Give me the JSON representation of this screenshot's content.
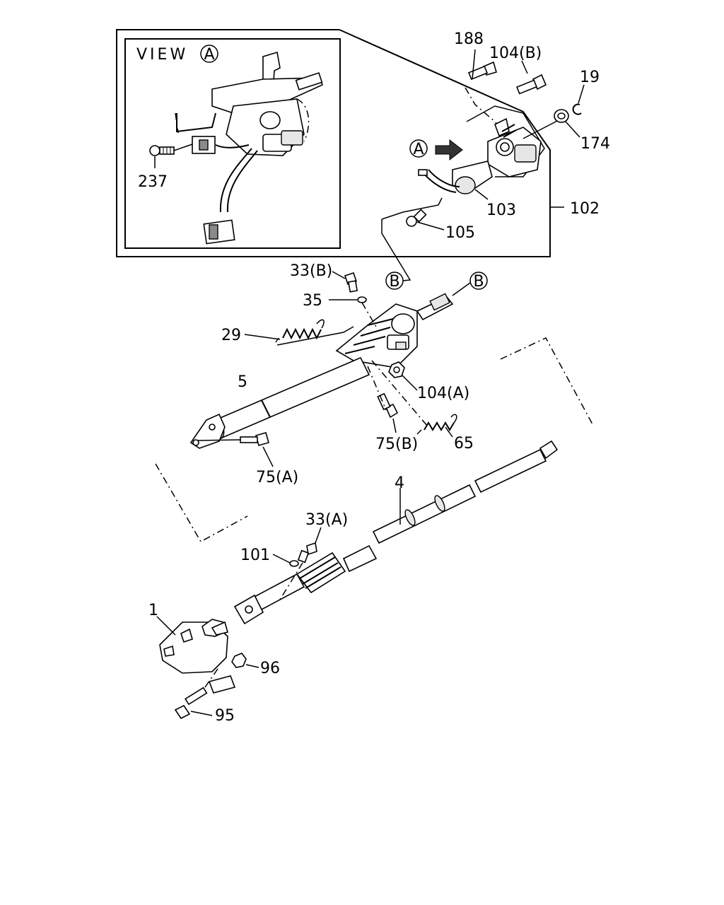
{
  "diagram": {
    "inset_view": {
      "title": "VIEW",
      "marker": "A"
    },
    "markers": {
      "a": "A",
      "b_left": "B",
      "b_right": "B"
    },
    "labels": {
      "p188": "188",
      "p104b": "104(B)",
      "p19": "19",
      "p174": "174",
      "p102": "102",
      "p103": "103",
      "p105": "105",
      "p237": "237",
      "p33b": "33(B)",
      "p35": "35",
      "p29": "29",
      "p5": "5",
      "p104a": "104(A)",
      "p75b": "75(B)",
      "p65": "65",
      "p75a": "75(A)",
      "p4": "4",
      "p33a": "33(A)",
      "p101": "101",
      "p1": "1",
      "p96": "96",
      "p95": "95"
    }
  }
}
